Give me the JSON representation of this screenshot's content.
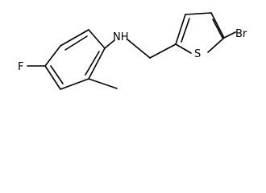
{
  "molecule": {
    "atoms": {
      "fluorine": "F",
      "amine": "NH",
      "sulfur": "S",
      "bromine": "Br"
    },
    "color": "#000000",
    "background": "#ffffff"
  }
}
